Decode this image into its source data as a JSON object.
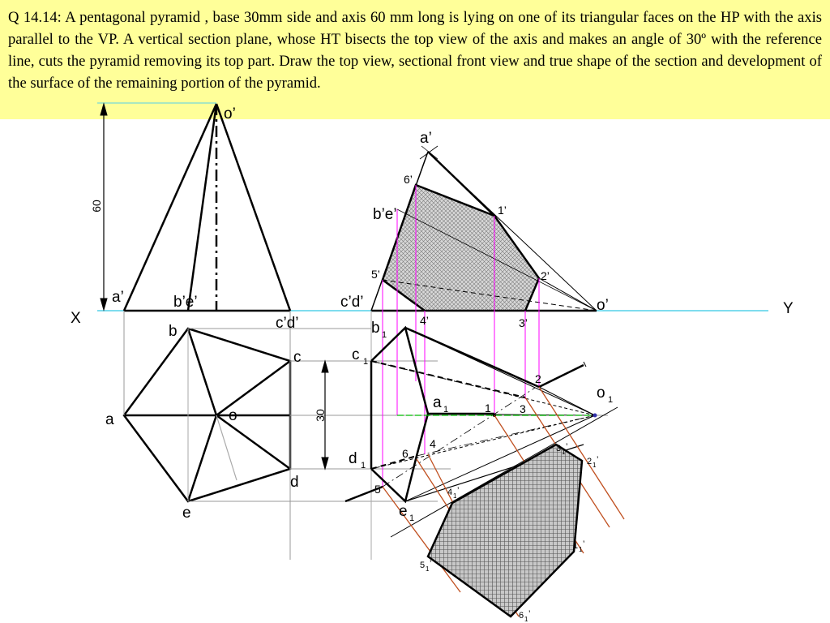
{
  "question_text": "Q 14.14: A pentagonal pyramid , base 30mm side and axis 60 mm long is lying on one of its triangular faces on the HP with the axis parallel to the VP. A vertical section plane, whose HT bisects the top view of the axis and makes an angle of 30º with the reference line, cuts the pyramid removing its top part. Draw the top view, sectional front view and true shape of the section and development of the surface of the remaining portion of the pyramid.",
  "dimensions": {
    "height": "60",
    "side": "30"
  },
  "labels": {
    "x": "X",
    "y": "Y",
    "o_front_left": "o’",
    "a_front": "a’",
    "be_front": "b’e’",
    "cd_front": "c’d’",
    "a_top": "a",
    "b_top": "b",
    "c_top": "c",
    "d_top": "d",
    "e_top": "e",
    "o_top": "o",
    "a_front_right": "a’",
    "be_front_right": "b’e’",
    "cd_front_right": "c’d’",
    "o_front_right": "o’",
    "p1_front": "1’",
    "p2_front": "2’",
    "p3_front": "3’",
    "p4_front": "4’",
    "p5_front": "5’",
    "p6_front": "6’",
    "b1": "b",
    "c1": "c",
    "d1": "d",
    "e1": "e",
    "a1": "a",
    "o1": "o",
    "sub": "1",
    "n1": "1",
    "n2": "2",
    "n3": "3",
    "n4": "4",
    "n5": "5",
    "n6": "6",
    "ts1": "1",
    "ts2": "2",
    "ts3": "3",
    "ts4": "4",
    "ts5": "5",
    "ts6": "6",
    "tsub": "1",
    "tprime": "’"
  },
  "colors": {
    "background_band": "#ffff99",
    "reference_line": "#55d0e8",
    "projector_magenta": "#ff00ff",
    "cutting_line": "#c05020",
    "green_line": "#00bb00",
    "section_hatch": "#888888"
  }
}
